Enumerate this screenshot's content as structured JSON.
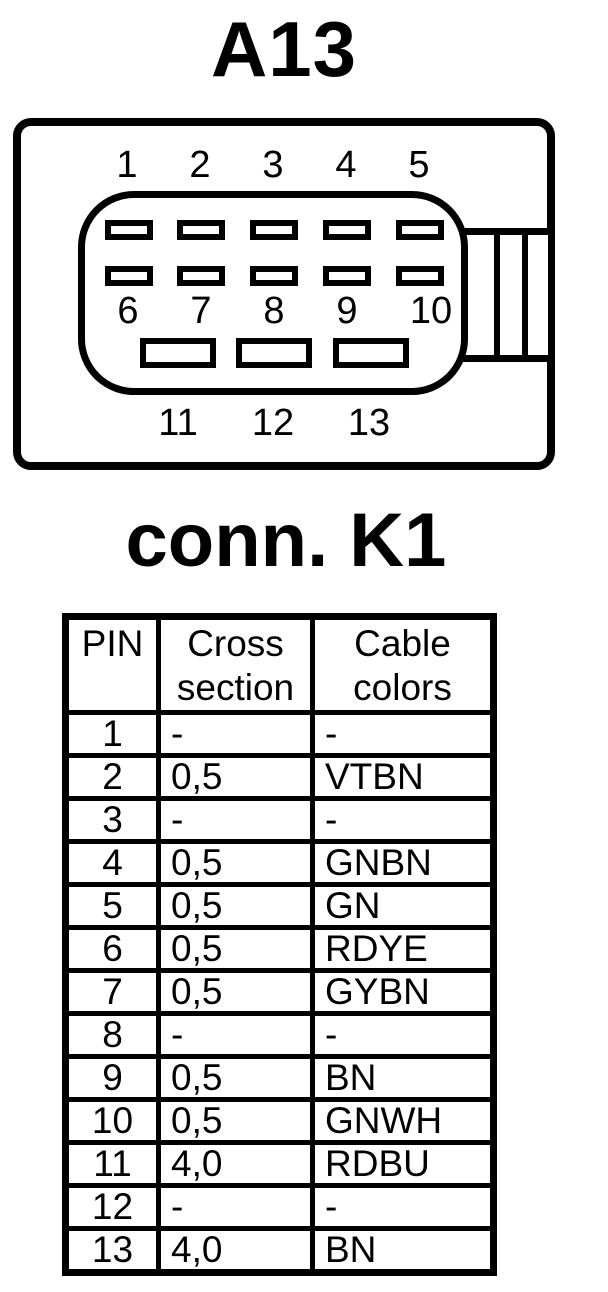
{
  "title": "A13",
  "connector": {
    "label": "conn. K1",
    "pin_labels": [
      "1",
      "2",
      "3",
      "4",
      "5",
      "6",
      "7",
      "8",
      "9",
      "10",
      "11",
      "12",
      "13"
    ]
  },
  "table": {
    "headers": {
      "pin": "PIN",
      "cross_section": "Cross section",
      "cable_colors": "Cable colors"
    },
    "rows": [
      {
        "pin": "1",
        "cross_section": "-",
        "cable_color": "-"
      },
      {
        "pin": "2",
        "cross_section": "0,5",
        "cable_color": "VTBN"
      },
      {
        "pin": "3",
        "cross_section": "-",
        "cable_color": "-"
      },
      {
        "pin": "4",
        "cross_section": "0,5",
        "cable_color": "GNBN"
      },
      {
        "pin": "5",
        "cross_section": "0,5",
        "cable_color": "GN"
      },
      {
        "pin": "6",
        "cross_section": "0,5",
        "cable_color": "RDYE"
      },
      {
        "pin": "7",
        "cross_section": "0,5",
        "cable_color": "GYBN"
      },
      {
        "pin": "8",
        "cross_section": "-",
        "cable_color": "-"
      },
      {
        "pin": "9",
        "cross_section": "0,5",
        "cable_color": "BN"
      },
      {
        "pin": "10",
        "cross_section": "0,5",
        "cable_color": "GNWH"
      },
      {
        "pin": "11",
        "cross_section": "4,0",
        "cable_color": "RDBU"
      },
      {
        "pin": "12",
        "cross_section": "-",
        "cable_color": "-"
      },
      {
        "pin": "13",
        "cross_section": "4,0",
        "cable_color": "BN"
      }
    ]
  },
  "colors": {
    "ink": "#000000",
    "background": "#ffffff"
  }
}
